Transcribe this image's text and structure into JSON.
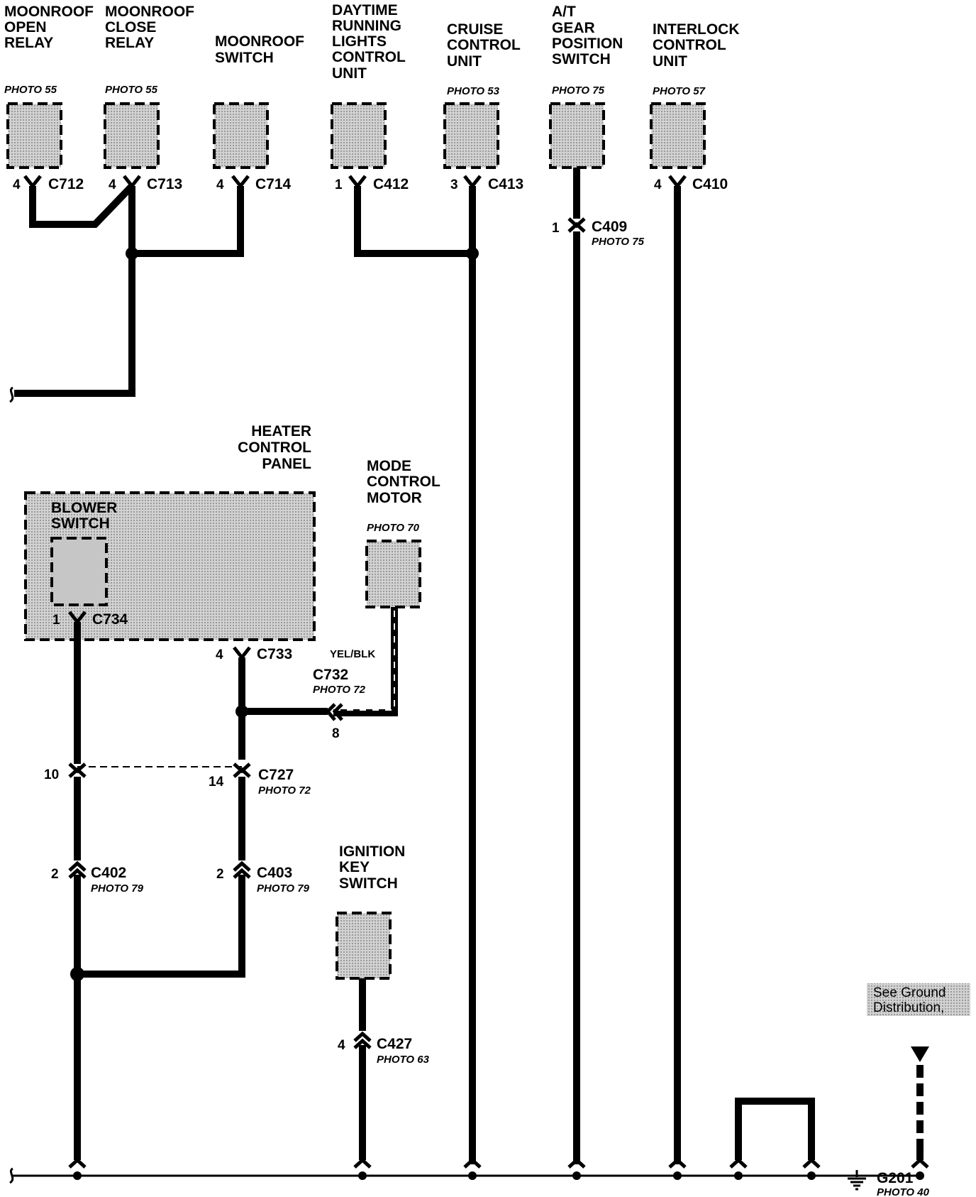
{
  "components": {
    "moonroof_open_relay": {
      "lines": [
        "MOONROOF",
        "OPEN",
        "RELAY"
      ],
      "photo": "PHOTO 55",
      "pin": "4",
      "connector": "C712"
    },
    "moonroof_close_relay": {
      "lines": [
        "MOONROOF",
        "CLOSE",
        "RELAY"
      ],
      "photo": "PHOTO 55",
      "pin": "4",
      "connector": "C713"
    },
    "moonroof_switch": {
      "lines": [
        "MOONROOF",
        "SWITCH"
      ],
      "pin": "4",
      "connector": "C714"
    },
    "drl_control_unit": {
      "lines": [
        "DAYTIME",
        "RUNNING",
        "LIGHTS",
        "CONTROL",
        "UNIT"
      ],
      "pin": "1",
      "connector": "C412"
    },
    "cruise_control_unit": {
      "lines": [
        "CRUISE",
        "CONTROL",
        "UNIT"
      ],
      "photo": "PHOTO 53",
      "pin": "3",
      "connector": "C413"
    },
    "at_gear_position_switch": {
      "lines": [
        "A/T",
        "GEAR",
        "POSITION",
        "SWITCH"
      ],
      "photo": "PHOTO 75",
      "inline_pin": "1",
      "inline_connector": "C409",
      "inline_photo": "PHOTO 75"
    },
    "interlock_control_unit": {
      "lines": [
        "INTERLOCK",
        "CONTROL",
        "UNIT"
      ],
      "photo": "PHOTO 57",
      "pin": "4",
      "connector": "C410"
    },
    "heater_control_panel": {
      "lines": [
        "HEATER",
        "CONTROL",
        "PANEL"
      ],
      "pin": "4",
      "connector": "C733"
    },
    "blower_switch": {
      "lines": [
        "BLOWER",
        "SWITCH"
      ],
      "pin": "1",
      "connector": "C734"
    },
    "mode_control_motor": {
      "lines": [
        "MODE",
        "CONTROL",
        "MOTOR"
      ],
      "photo": "PHOTO 70"
    },
    "ignition_key_switch": {
      "lines": [
        "IGNITION",
        "KEY",
        "SWITCH"
      ]
    }
  },
  "inline_connectors": {
    "c732": {
      "name": "C732",
      "photo": "PHOTO 72",
      "pin": "8",
      "wire_color": "YEL/BLK"
    },
    "c727": {
      "name": "C727",
      "photo": "PHOTO 72",
      "pin_left": "10",
      "pin_right": "14"
    },
    "c402": {
      "name": "C402",
      "photo": "PHOTO 79",
      "pin": "2"
    },
    "c403": {
      "name": "C403",
      "photo": "PHOTO 79",
      "pin": "2"
    },
    "c427": {
      "name": "C427",
      "photo": "PHOTO 63",
      "pin": "4"
    }
  },
  "ground": {
    "name": "G201",
    "photo": "PHOTO 40",
    "note_lines": [
      "See Ground",
      "Distribution,"
    ]
  }
}
